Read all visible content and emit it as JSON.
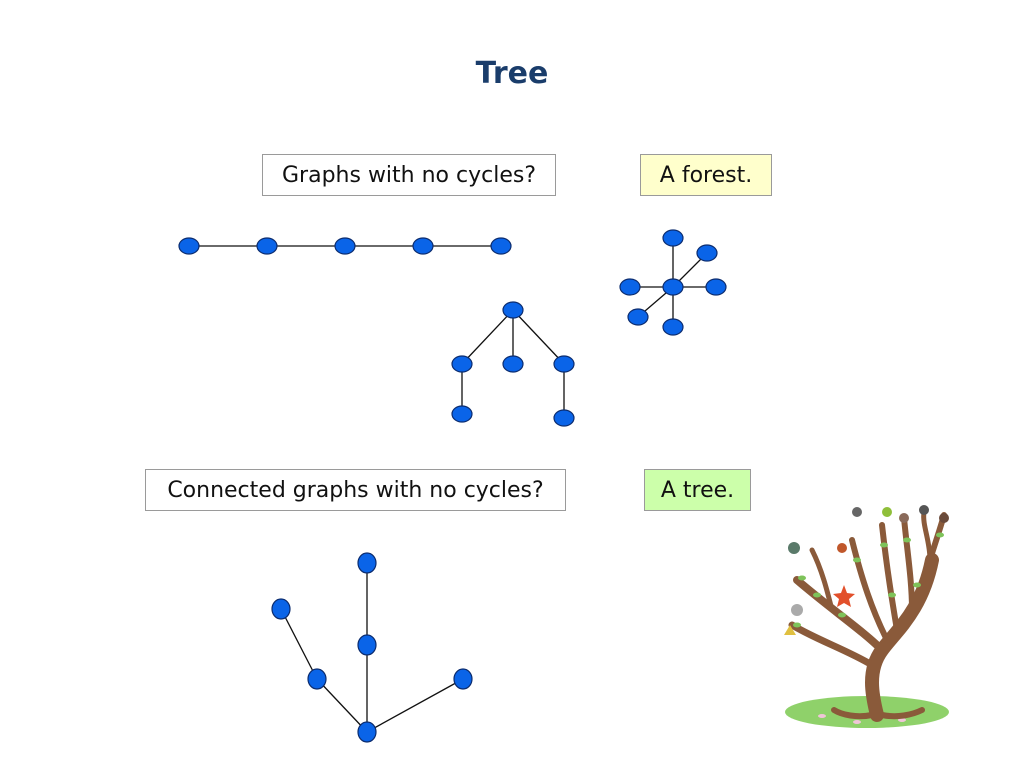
{
  "title": "Tree",
  "question_forest": "Graphs with no cycles?",
  "answer_forest": "A forest.",
  "question_tree": "Connected graphs with no cycles?",
  "answer_tree": "A tree.",
  "colors": {
    "title": "#1a3d6b",
    "node_fill": "#0a64e8",
    "forest_answer_bg": "#ffffcc",
    "tree_answer_bg": "#ccffaa"
  },
  "illustration": "tree-of-life-illustration"
}
